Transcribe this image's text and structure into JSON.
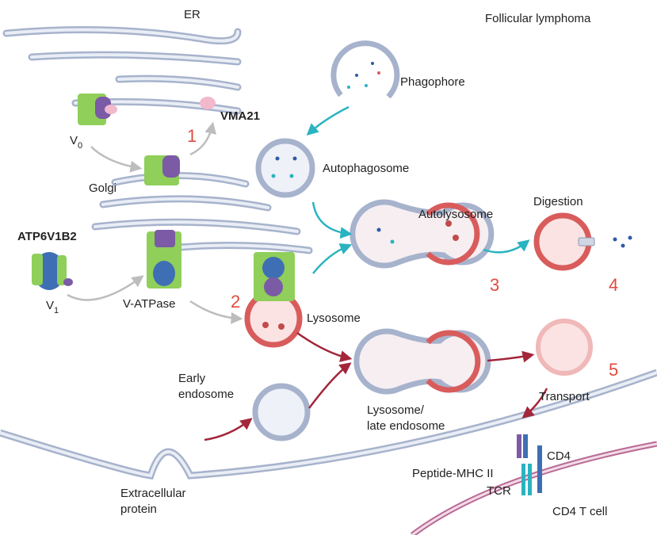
{
  "labels": {
    "er": "ER",
    "follicular": "Follicular lymphoma",
    "phagophore": "Phagophore",
    "vma21": "VMA21",
    "v0_base": "V",
    "v0_sub": "0",
    "golgi": "Golgi",
    "autophagosome": "Autophagosome",
    "autolysosome": "Autolysosome",
    "digestion": "Digestion",
    "atp6v1b2": "ATP6V1B2",
    "v1_base": "V",
    "v1_sub": "1",
    "vatpase": "V-ATPase",
    "lysosome": "Lysosome",
    "early_line1": "Early",
    "early_line2": "endosome",
    "lyso_late_line1": "Lysosome/",
    "lyso_late_line2": "late endosome",
    "transport": "Transport",
    "peptide_mhc": "Peptide-MHC II",
    "cd4": "CD4",
    "tcr": "TCR",
    "extracellular_line1": "Extracellular",
    "extracellular_line2": "protein",
    "cd4_tcell": "CD4 T cell"
  },
  "steps": [
    "1",
    "2",
    "3",
    "4",
    "5"
  ],
  "colors": {
    "membrane": "#a7b3cc",
    "membrane_fill": "#eef1f7",
    "lysosome": "#d95c5c",
    "lysosome_fill": "#fbe3e3",
    "arrow_teal": "#2ab3c1",
    "arrow_red": "#a3263a",
    "arrow_gray": "#bdbdbd",
    "step_number": "#e04b3f",
    "vatpase_green": "#8fcf5a",
    "vatpase_purple": "#7b5aa6",
    "vatpase_blue": "#3e6fb5",
    "vma21_pink": "#f2b8cc",
    "tcell_membrane": "#b86b95"
  }
}
